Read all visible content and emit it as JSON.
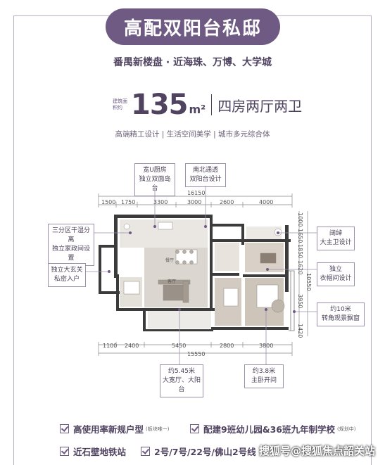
{
  "banner": "高配双阳台私邸",
  "subtitle": "番禺新楼盘 · 近海珠、万博、大学城",
  "area": {
    "tag": "建筑面积约",
    "number": "135",
    "unit": "m²",
    "rooms": "四房两厅两卫"
  },
  "features": "高端精工设计 | 生活空间美学 | 城市多元综合体",
  "callouts": {
    "top_left": [
      "宽U厨房",
      "独立双面岛台"
    ],
    "top_right": [
      "南北通透",
      "双阳台设计"
    ],
    "left_top": [
      "三分区干湿分离",
      "独立家政间设置"
    ],
    "left_bottom": [
      "独立大玄关",
      "私密入户"
    ],
    "right_top": [
      "阔绰",
      "大主卫设计"
    ],
    "right_mid": [
      "独立",
      "衣帽间设计"
    ],
    "right_bottom": [
      "约10米",
      "转角观景飘窗"
    ],
    "bottom_left": [
      "约5.45米",
      "大宽厅、大阳台"
    ],
    "bottom_right": [
      "约3.8米",
      "主卧开间"
    ]
  },
  "dims": {
    "top_total": "16150",
    "top": [
      "1500",
      "1750",
      "3300",
      "3000",
      "2600",
      "4000"
    ],
    "bottom": [
      "1100",
      "2400",
      "5450",
      "2800",
      "3800"
    ],
    "bottom_total": "15550",
    "right_total": "10550",
    "right": [
      "1000",
      "1650",
      "1850",
      "1620",
      "3950",
      "1420"
    ]
  },
  "rooms": {
    "living": "客厅",
    "dining": "餐厅"
  },
  "bottom_items": [
    {
      "text": "高使用率新规户型",
      "note": "(板块唯一)"
    },
    {
      "text": "配建9班幼儿园&36班九年制学校",
      "note": "(规划中)"
    },
    {
      "text": "近石壁地铁站",
      "note": ""
    },
    {
      "text": "2号/7号/22号/佛山2号线",
      "note": ""
    }
  ],
  "watermark": "搜狐号@搜狐焦点韶关站",
  "colors": {
    "accent": "#6e5a83",
    "text": "#4f4360"
  }
}
